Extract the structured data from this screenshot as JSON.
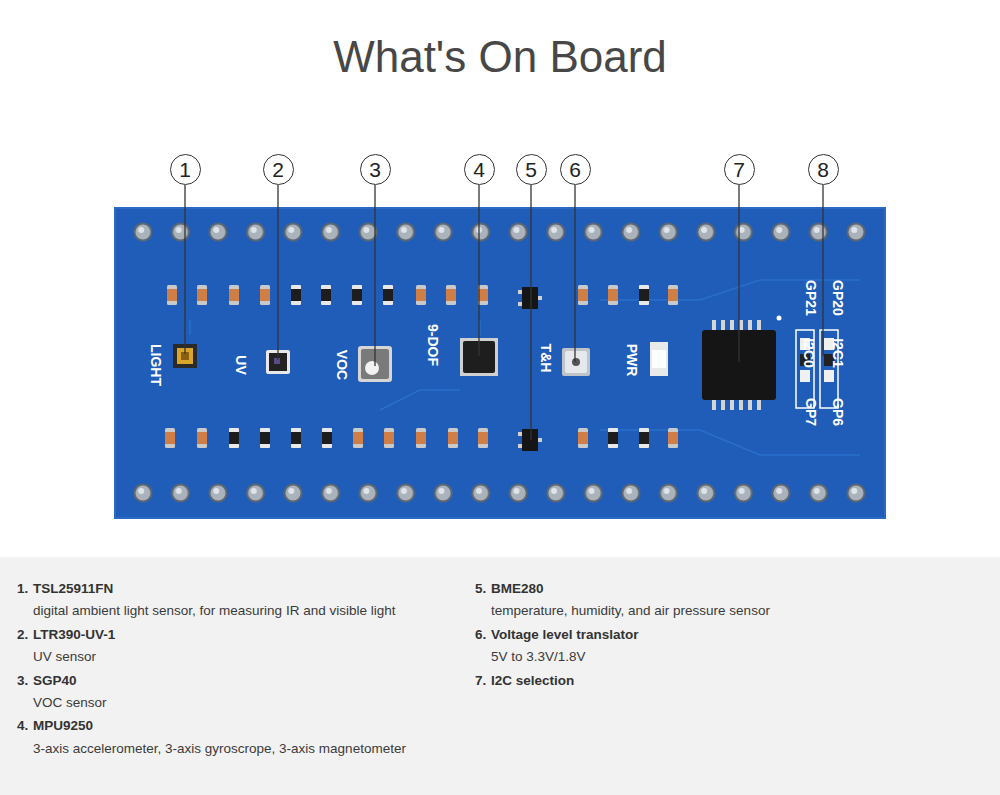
{
  "diagram": {
    "title": "What's On Board",
    "nodes": [
      {
        "text": [
          "1"
        ]
      },
      {
        "text": [
          "2"
        ]
      },
      {
        "text": [
          "3"
        ]
      },
      {
        "text": [
          "4"
        ]
      },
      {
        "text": [
          "5"
        ]
      },
      {
        "text": [
          "6"
        ]
      },
      {
        "text": [
          "7"
        ]
      },
      {
        "text": [
          "8"
        ]
      },
      {
        "text": [
          "1.",
          "TSL25911FN",
          "digital ambient light sensor, for measuring IR and visible light",
          "2.",
          "LTR390-UV-1",
          "UV sensor",
          "3.",
          "SGP40",
          "VOC sensor",
          "4.",
          "MPU9250",
          "3-axis accelerometer, 3-axis gyroscrope, 3-axis magnetometer",
          "5.",
          "BME280",
          "temperature, humidity, and air pressure sensor",
          "6.",
          "Voltage level translator",
          "5V to 3.3V/1.8V",
          "7.",
          "I2C selection"
        ]
      }
    ],
    "labels": [
      "LIGHT",
      "UV",
      "VOC",
      "9-DOF",
      "T&H",
      "PWR",
      "GP21",
      "GP20",
      "I2C0",
      "I2C1",
      "GP7",
      "GP6"
    ]
  }
}
